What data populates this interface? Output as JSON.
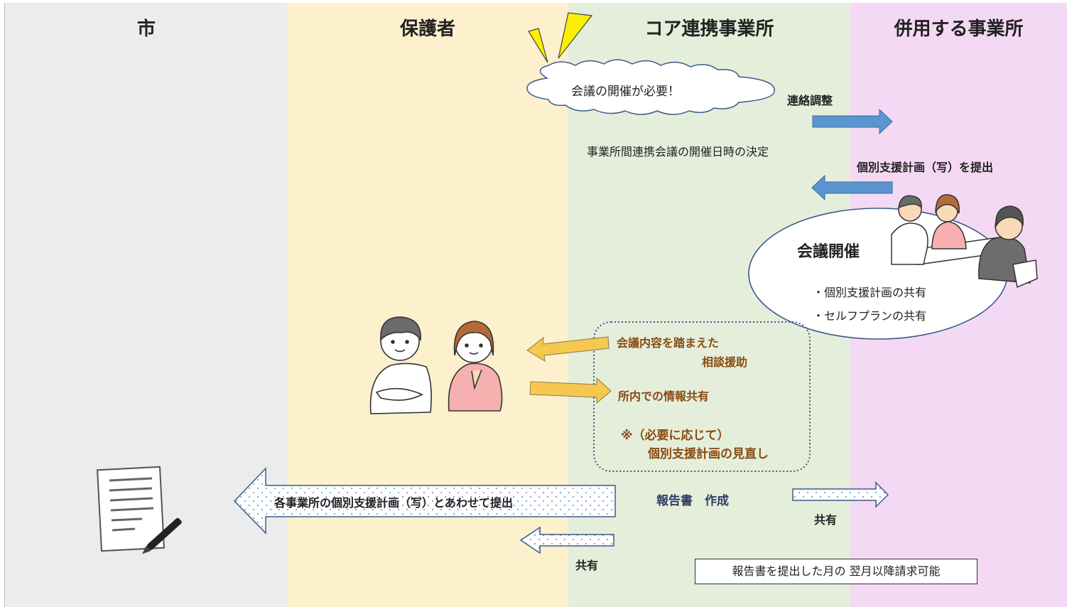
{
  "lanes": {
    "city": "市",
    "parent": "保護者",
    "core": "コア連携事業所",
    "other": "併用する事業所"
  },
  "cloud_text": "会議の開催が必要！",
  "contact": "連絡調整",
  "decision": "事業所間連携会議の開催日時の決定",
  "submit_copy": "個別支援計画（写）を提出",
  "meeting": {
    "title": "会議開催",
    "items": [
      "・個別支援計画の共有",
      "・セルフプランの共有"
    ]
  },
  "support_box": {
    "line1": "会議内容を踏まえた",
    "line2": "相談援助",
    "line3": "所内での情報共有",
    "line4": "※（必要に応じて）",
    "line5": "個別支援計画の見直し"
  },
  "report": "報告書　作成",
  "share_right": "共有",
  "share_left": "共有",
  "city_arrow_text": "各事業所の個別支援計画（写）とあわせて提出",
  "notice": "報告書を提出した月の 翌月以降請求可能",
  "icons": [
    "document-pen-icon",
    "parents-icon",
    "meeting-people-icon",
    "alert-burst-icon"
  ]
}
